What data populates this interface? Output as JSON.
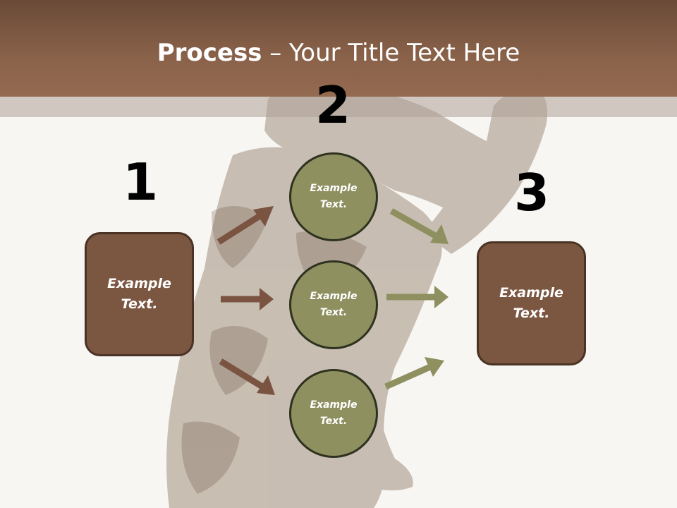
{
  "title": {
    "bold": "Process",
    "rest": " – Your Title Text Here"
  },
  "steps": {
    "one": "1",
    "two": "2",
    "three": "3"
  },
  "left_box": {
    "text": "Example\nText."
  },
  "circles": [
    {
      "text": "Example\nText."
    },
    {
      "text": "Example\nText."
    },
    {
      "text": "Example\nText."
    }
  ],
  "right_box": {
    "text": "Example\nText."
  },
  "colors": {
    "header": "#8a624a",
    "box_fill": "#7b5641",
    "circle_fill": "#8e9060",
    "arrow_brown": "#7a5440",
    "arrow_olive": "#8e9060"
  }
}
